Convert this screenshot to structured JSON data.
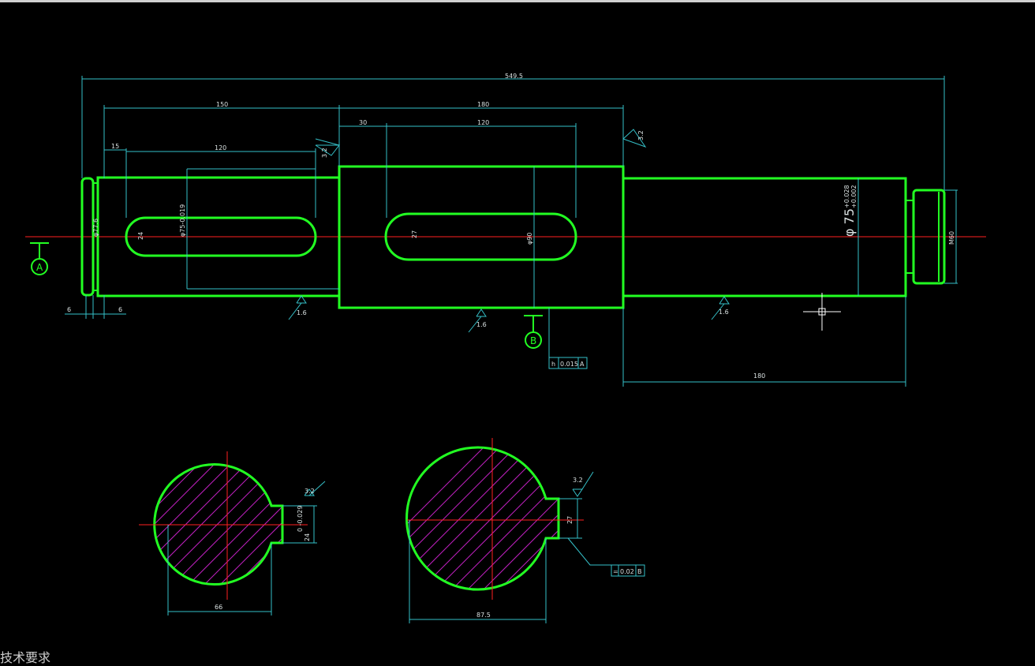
{
  "drawing": {
    "dims": {
      "overall": "549.5",
      "seg1": "150",
      "seg2": "180",
      "shoulder": "30",
      "key2_len": "120",
      "key1_offset": "15",
      "key1_len": "120",
      "right_seg": "180",
      "groove_left": "6",
      "groove_right": "6",
      "key1_w": "24",
      "key2_w": "27",
      "dia_left": "φ75-0.019",
      "dia_mid": "φ90",
      "dia_right_main": "φ 75",
      "dia_right_tol_up": "+0.028",
      "dia_right_tol_dn": "+0.002",
      "thread": "M60",
      "end_dia": "φ77.6",
      "sec1_width": "66",
      "sec1_depth": "24",
      "sec1_tol": "0 -0.029",
      "sec2_width": "87.5",
      "sec2_depth": "27"
    },
    "roughness": {
      "r1": "3.2",
      "r2": "3.2",
      "r3": "1.6",
      "r4": "1.6",
      "r5": "1.6",
      "r6": "3.2"
    },
    "datums": {
      "a": "A",
      "b": "B"
    },
    "tolerance_frames": {
      "f1_sym": "h",
      "f1_val": "0.015",
      "f1_ref": "A",
      "f2_sym": "=",
      "f2_val": "0.02",
      "f2_ref": "B"
    }
  },
  "footer": {
    "text": "技术要求"
  }
}
